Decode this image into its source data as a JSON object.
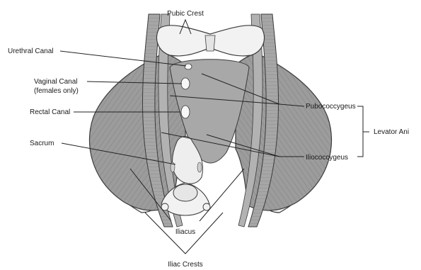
{
  "labels": {
    "pubic_crest": "Pubic Crest",
    "urethral_canal": "Urethral Canal",
    "vaginal_canal": "Vaginal Canal",
    "vaginal_canal_note": "(females only)",
    "rectal_canal": "Rectal Canal",
    "sacrum": "Sacrum",
    "pubococcygeus": "Pubococcygeus",
    "iliococcygeus": "Iliococcygeus",
    "levator_ani": "Levator Ani",
    "iliacus": "Iliacus",
    "iliac_crests": "Iliac Crests"
  },
  "colors": {
    "muscle": "#9a9a9a",
    "muscle_dark": "#6f6f6f",
    "muscle_light": "#c4c4c4",
    "bone": "#f2f2f2",
    "outline": "#3a3a3a",
    "leader": "#222222"
  }
}
